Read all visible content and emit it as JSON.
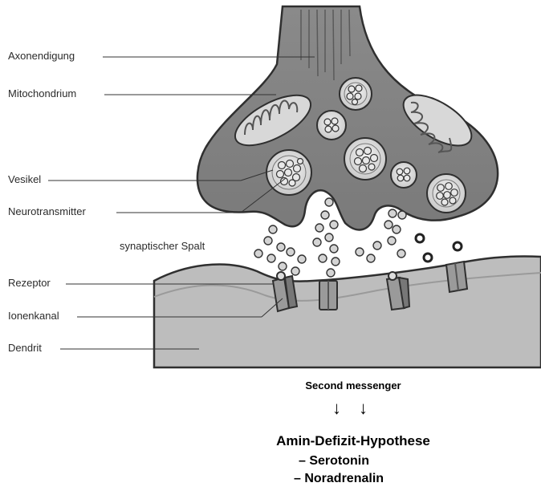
{
  "labels": {
    "axon_terminal": "Axonendigung",
    "mitochondrion": "Mitochondrium",
    "vesicle": "Vesikel",
    "neurotransmitter": "Neurotransmitter",
    "synaptic_cleft": "synaptischer Spalt",
    "receptor": "Rezeptor",
    "ion_channel": "Ionenkanal",
    "dendrite": "Dendrit"
  },
  "caption": {
    "second_messenger": "Second messenger",
    "arrows": "↓ ↓",
    "hypothesis": "Amin-Defizit-Hypothese",
    "items": [
      "– Serotonin",
      "– Noradrenalin"
    ]
  }
}
